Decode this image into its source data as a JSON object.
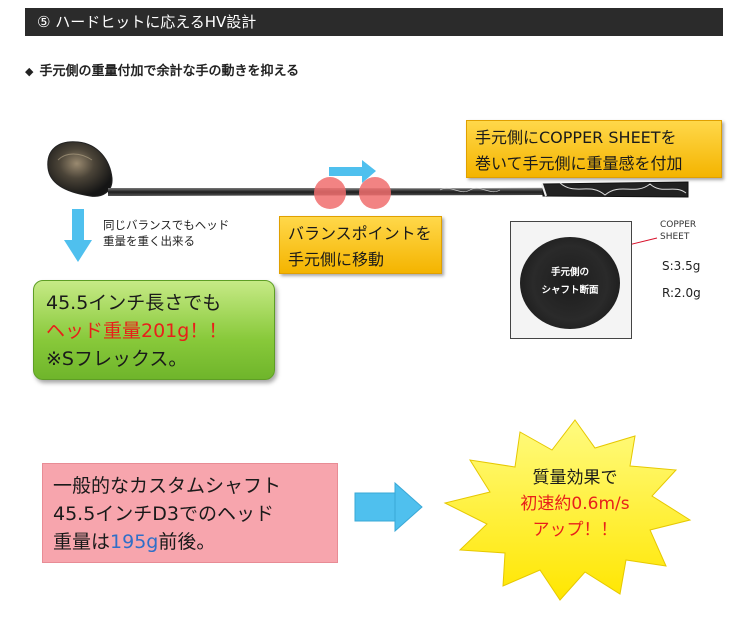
{
  "header": {
    "title": "⑤ ハードヒットに応えるHV設計"
  },
  "subheading": {
    "bullet": "◆",
    "text": "手元側の重量付加で余計な手の動きを抑える"
  },
  "copper_callout": {
    "line1": "手元側にCOPPER SHEETを",
    "line2": "巻いて手元側に重量感を付加"
  },
  "same_balance_note": {
    "line1": "同じバランスでもヘッド",
    "line2": "重量を重く出来る"
  },
  "balance_callout": {
    "line1": "バランスポイントを",
    "line2": "手元側に移動"
  },
  "green_box": {
    "line1": "45.5インチ長さでも",
    "line2": "ヘッド重量201g！！",
    "line3": "※Sフレックス。"
  },
  "cross_section": {
    "inner_label_line1": "手元側の",
    "inner_label_line2": "シャフト断面",
    "copper_label_line1": "COPPER",
    "copper_label_line2": "SHEET",
    "spec_s": "S:3.5g",
    "spec_r": "R:2.0g"
  },
  "pink_box": {
    "line1": "一般的なカスタムシャフト",
    "line2": "45.5インチD3でのヘッド",
    "line3_prefix": "重量は",
    "line3_value": "195g",
    "line3_suffix": "前後。"
  },
  "star_burst": {
    "line1": "質量効果で",
    "line2": "初速約0.6m/s",
    "line3": "アップ！！"
  },
  "colors": {
    "header_bg": "#2b2b2b",
    "callout_yellow": "#f4b400",
    "green_box": "#88c93a",
    "pink_box": "#f7a5ad",
    "arrow_blue": "#4fc0ee",
    "star_yellow": "#fff200",
    "highlight_red": "#e8201a",
    "highlight_blue": "#2f6fc8"
  }
}
